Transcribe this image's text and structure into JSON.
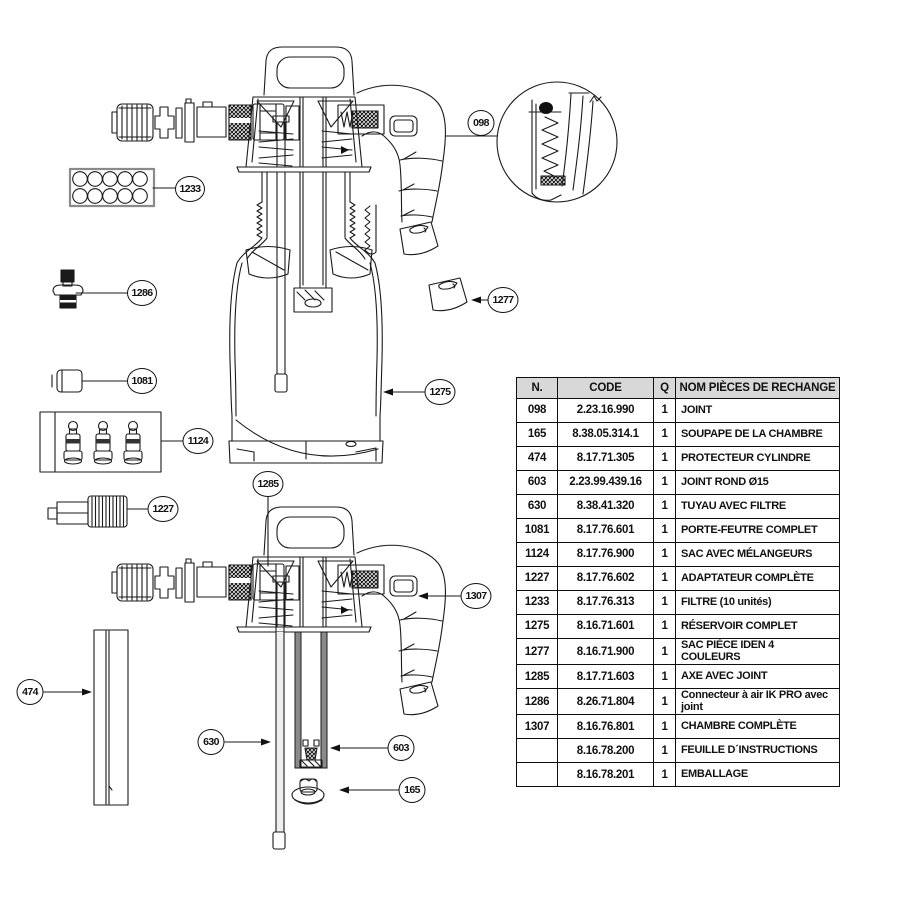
{
  "callouts": [
    {
      "num": "098"
    },
    {
      "num": "1233"
    },
    {
      "num": "1286"
    },
    {
      "num": "1081"
    },
    {
      "num": "1124"
    },
    {
      "num": "1227"
    },
    {
      "num": "1277"
    },
    {
      "num": "1275"
    },
    {
      "num": "1285"
    },
    {
      "num": "1307"
    },
    {
      "num": "474"
    },
    {
      "num": "630"
    },
    {
      "num": "603"
    },
    {
      "num": "165"
    }
  ],
  "table": {
    "headers": [
      "N.",
      "CODE",
      "Q",
      "NOM PIÈCES DE RECHANGE"
    ],
    "rows": [
      [
        "098",
        "2.23.16.990",
        "1",
        "JOINT"
      ],
      [
        "165",
        "8.38.05.314.1",
        "1",
        "SOUPAPE DE LA CHAMBRE"
      ],
      [
        "474",
        "8.17.71.305",
        "1",
        "PROTECTEUR CYLINDRE"
      ],
      [
        "603",
        "2.23.99.439.16",
        "1",
        "JOINT ROND Ø15"
      ],
      [
        "630",
        "8.38.41.320",
        "1",
        "TUYAU AVEC FILTRE"
      ],
      [
        "1081",
        "8.17.76.601",
        "1",
        "PORTE-FEUTRE COMPLET"
      ],
      [
        "1124",
        "8.17.76.900",
        "1",
        "SAC AVEC MÉLANGEURS"
      ],
      [
        "1227",
        "8.17.76.602",
        "1",
        "ADAPTATEUR COMPLÈTE"
      ],
      [
        "1233",
        "8.17.76.313",
        "1",
        "FILTRE (10 unités)"
      ],
      [
        "1275",
        "8.16.71.601",
        "1",
        "RÉSERVOIR COMPLET"
      ],
      [
        "1277",
        "8.16.71.900",
        "1",
        "SAC PIÈCE IDEN 4 COULEURS"
      ],
      [
        "1285",
        "8.17.71.603",
        "1",
        "AXE AVEC JOINT"
      ],
      [
        "1286",
        "8.26.71.804",
        "1",
        "Connecteur à air IK PRO avec joint"
      ],
      [
        "1307",
        "8.16.76.801",
        "1",
        "CHAMBRE COMPLÈTE"
      ],
      [
        "",
        "8.16.78.200",
        "1",
        "FEUILLE D´INSTRUCTIONS"
      ],
      [
        "",
        "8.16.78.201",
        "1",
        "EMBALLAGE"
      ]
    ]
  }
}
